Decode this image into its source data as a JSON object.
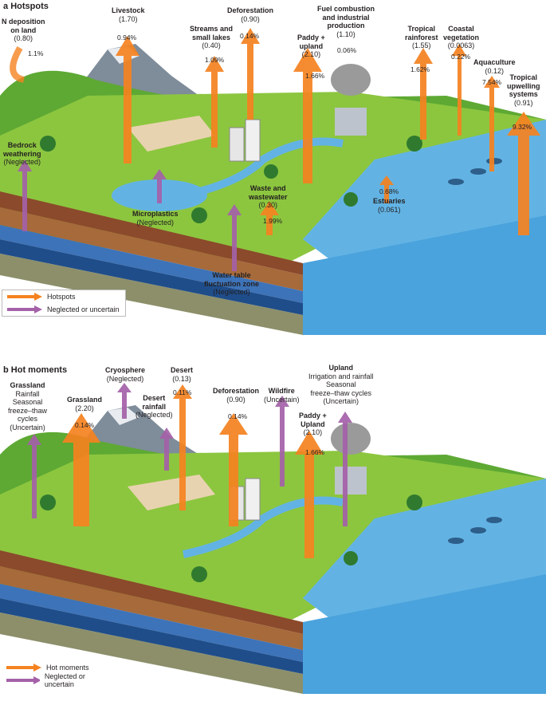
{
  "colors": {
    "hotspot": "#f58220",
    "neglected": "#a461a8",
    "water": "#5aaee0",
    "land": "#8cc63f",
    "soil": "#8b4a2b",
    "sky": "#ffffff"
  },
  "panel_a": {
    "letter": "a",
    "title": "Hotspots",
    "labels": [
      {
        "name": "N deposition on land",
        "lines": [
          "N deposition",
          "on land"
        ],
        "value": "(0.80)",
        "pct": "1.1%"
      },
      {
        "name": "Livestock",
        "lines": [
          "Livestock"
        ],
        "value": "(1.70)",
        "pct": "0.94%"
      },
      {
        "name": "Deforestation",
        "lines": [
          "Deforestation"
        ],
        "value": "(0.90)",
        "pct": "0.14%"
      },
      {
        "name": "Streams and small lakes",
        "lines": [
          "Streams and",
          "small lakes"
        ],
        "value": "(0.40)",
        "pct": "1.09%"
      },
      {
        "name": "Fuel combustion and industrial production",
        "lines": [
          "Fuel combustion",
          "and industrial",
          "production"
        ],
        "value": "(1.10)",
        "pct": "0.06%"
      },
      {
        "name": "Paddy + upland",
        "lines": [
          "Paddy +",
          "upland"
        ],
        "value": "(2.10)",
        "pct": "1.66%"
      },
      {
        "name": "Tropical rainforest",
        "lines": [
          "Tropical",
          "rainforest"
        ],
        "value": "(1.55)",
        "pct": "1.62%"
      },
      {
        "name": "Coastal vegetation",
        "lines": [
          "Coastal",
          "vegetation"
        ],
        "value": "(0.0063)",
        "pct": "0.22%"
      },
      {
        "name": "Aquaculture",
        "lines": [
          "Aquaculture"
        ],
        "value": "(0.12)",
        "pct": "7.54%"
      },
      {
        "name": "Tropical upwelling systems",
        "lines": [
          "Tropical",
          "upwelling",
          "systems"
        ],
        "value": "(0.91)",
        "pct": "9.32%"
      },
      {
        "name": "Bedrock weathering",
        "lines": [
          "Bedrock",
          "weathering"
        ],
        "value": "(Neglected)",
        "pct": ""
      },
      {
        "name": "Microplastics",
        "lines": [
          "Microplastics"
        ],
        "value": "(Neglected)",
        "pct": ""
      },
      {
        "name": "Waste and wastewater",
        "lines": [
          "Waste and",
          "wastewater"
        ],
        "value": "(0.30)",
        "pct": "1.99%"
      },
      {
        "name": "Estuaries",
        "lines": [
          "Estuaries"
        ],
        "value": "(0.061)",
        "pct": "0.68%"
      },
      {
        "name": "Water table fluctuation zone",
        "lines": [
          "Water table",
          "fluctuation zone"
        ],
        "value": "(Neglected)",
        "pct": ""
      }
    ],
    "legend": [
      "Hotspots",
      "Neglected or uncertain"
    ]
  },
  "panel_b": {
    "letter": "b",
    "title": "Hot moments",
    "labels": [
      {
        "name": "Grassland rainfall",
        "lines": [
          "Grassland"
        ],
        "sub": [
          "Rainfall",
          "Seasonal",
          "freeze–thaw",
          "cycles"
        ],
        "value": "(Uncertain)",
        "pct": ""
      },
      {
        "name": "Grassland",
        "lines": [
          "Grassland"
        ],
        "value": "(2.20)",
        "pct": "0.14%"
      },
      {
        "name": "Cryosphere",
        "lines": [
          "Cryosphere"
        ],
        "value": "(Neglected)",
        "pct": ""
      },
      {
        "name": "Desert rainfall",
        "lines": [
          "Desert",
          "rainfall"
        ],
        "value": "(Neglected)",
        "pct": ""
      },
      {
        "name": "Desert",
        "lines": [
          "Desert"
        ],
        "value": "(0.13)",
        "pct": "0.11%"
      },
      {
        "name": "Deforestation",
        "lines": [
          "Deforestation"
        ],
        "value": "(0.90)",
        "pct": "0.14%"
      },
      {
        "name": "Wildfire",
        "lines": [
          "Wildfire"
        ],
        "value": "(Uncertain)",
        "pct": ""
      },
      {
        "name": "Upland",
        "lines": [
          "Upland"
        ],
        "sub": [
          "Irrigation and rainfall",
          "Seasonal",
          "freeze–thaw cycles"
        ],
        "value": "(Uncertain)",
        "pct": ""
      },
      {
        "name": "Paddy + Upland",
        "lines": [
          "Paddy +",
          "Upland"
        ],
        "value": "(2.10)",
        "pct": "1.66%"
      }
    ],
    "legend": [
      "Hot moments",
      "Neglected or uncertain"
    ]
  }
}
